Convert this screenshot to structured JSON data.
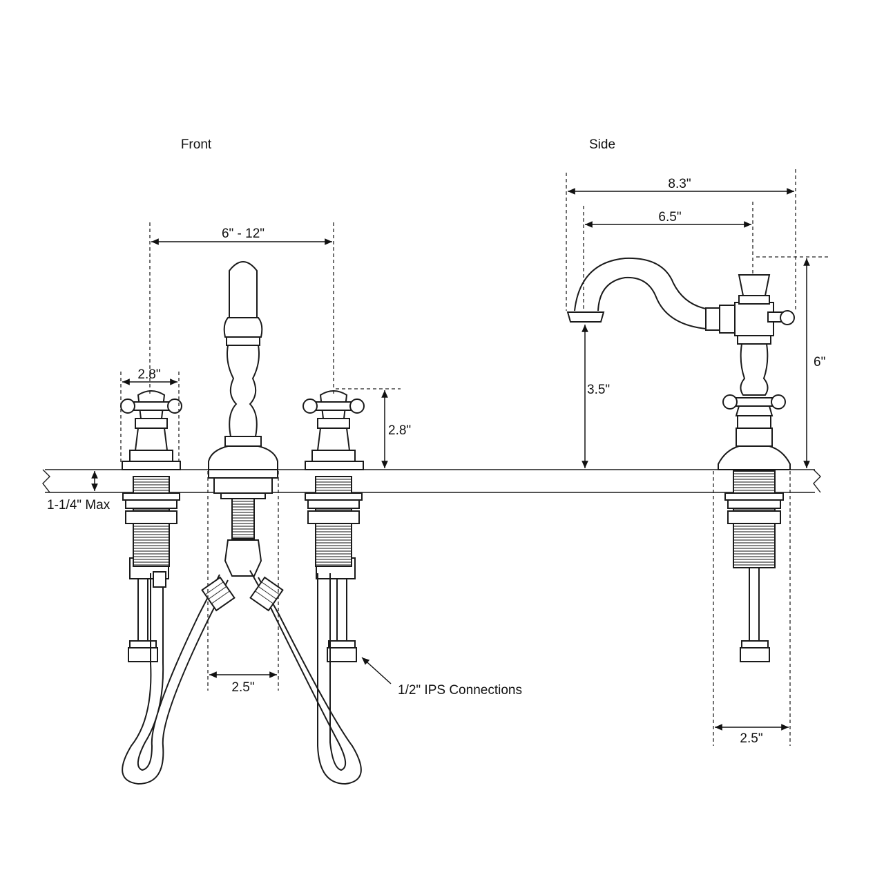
{
  "views": {
    "front": "Front",
    "side": "Side"
  },
  "dimensions": {
    "spread": "6\" - 12\"",
    "handle_width": "2.8\"",
    "handle_height": "2.8\"",
    "deck_thickness": "1-1/4\" Max",
    "spout_base_width": "2.5\"",
    "side_overall_length": "8.3\"",
    "side_spout_reach": "6.5\"",
    "side_spout_clearance": "3.5\"",
    "side_overall_height": "6\"",
    "side_base_width": "2.5\""
  },
  "callouts": {
    "connections": "1/2\" IPS Connections"
  },
  "colors": {
    "line": "#1a1a1a",
    "background": "#ffffff"
  }
}
